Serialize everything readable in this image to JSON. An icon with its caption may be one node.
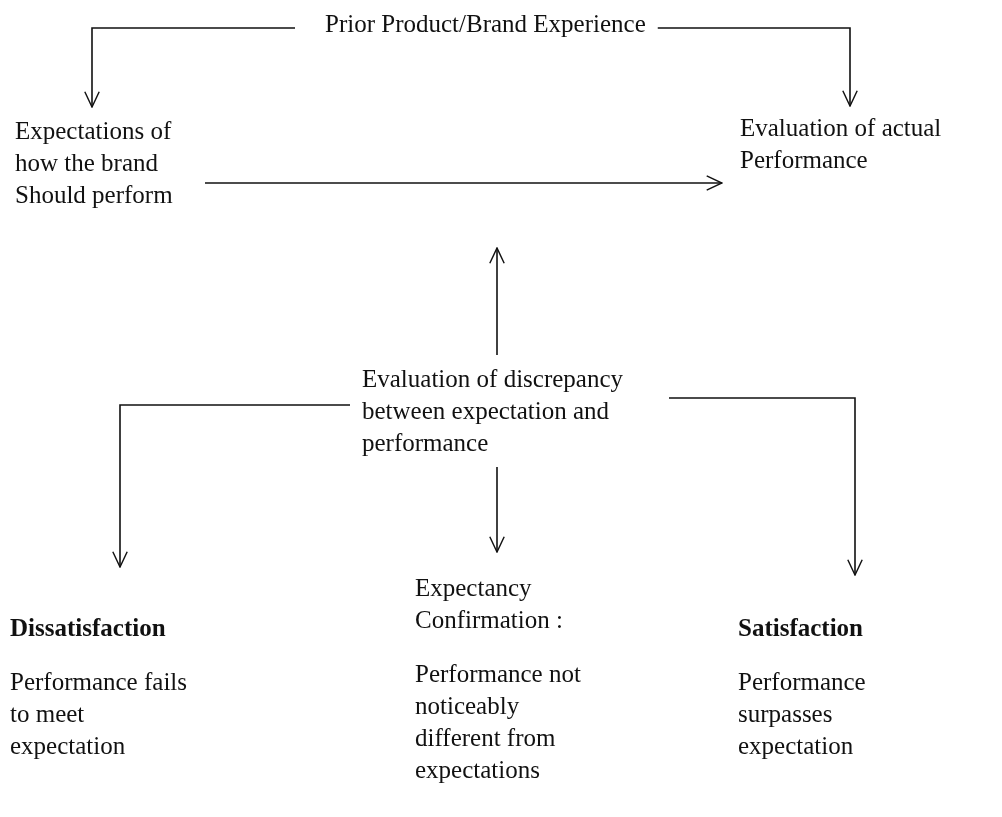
{
  "diagram": {
    "nodes": [
      {
        "text": [
          "Prior Product/Brand Experience"
        ]
      },
      {
        "text": [
          "Expectations of how the brand Should perform"
        ]
      },
      {
        "text": [
          "Evaluation of actual Performance"
        ]
      },
      {
        "text": [
          "Evaluation of discrepancy between expectation and performance"
        ]
      },
      {
        "text": [
          "Dissatisfaction",
          "Performance fails to meet expectation"
        ]
      },
      {
        "text": [
          "Expectancy Confirmation :",
          "Performance not noticeably different from expectations"
        ]
      },
      {
        "text": [
          "Satisfaction",
          "Performance surpasses expectation"
        ]
      }
    ],
    "edges": [
      {
        "from": 0,
        "to": 1,
        "arrow": "to"
      },
      {
        "from": 0,
        "to": 2,
        "arrow": "to"
      },
      {
        "from": 1,
        "to": 2,
        "arrow": "to"
      },
      {
        "from": 3,
        "to": null,
        "arrow": "to"
      },
      {
        "from": 3,
        "to": 4,
        "arrow": "to"
      },
      {
        "from": 3,
        "to": 5,
        "arrow": "to"
      },
      {
        "from": 3,
        "to": 6,
        "arrow": "to"
      }
    ]
  }
}
